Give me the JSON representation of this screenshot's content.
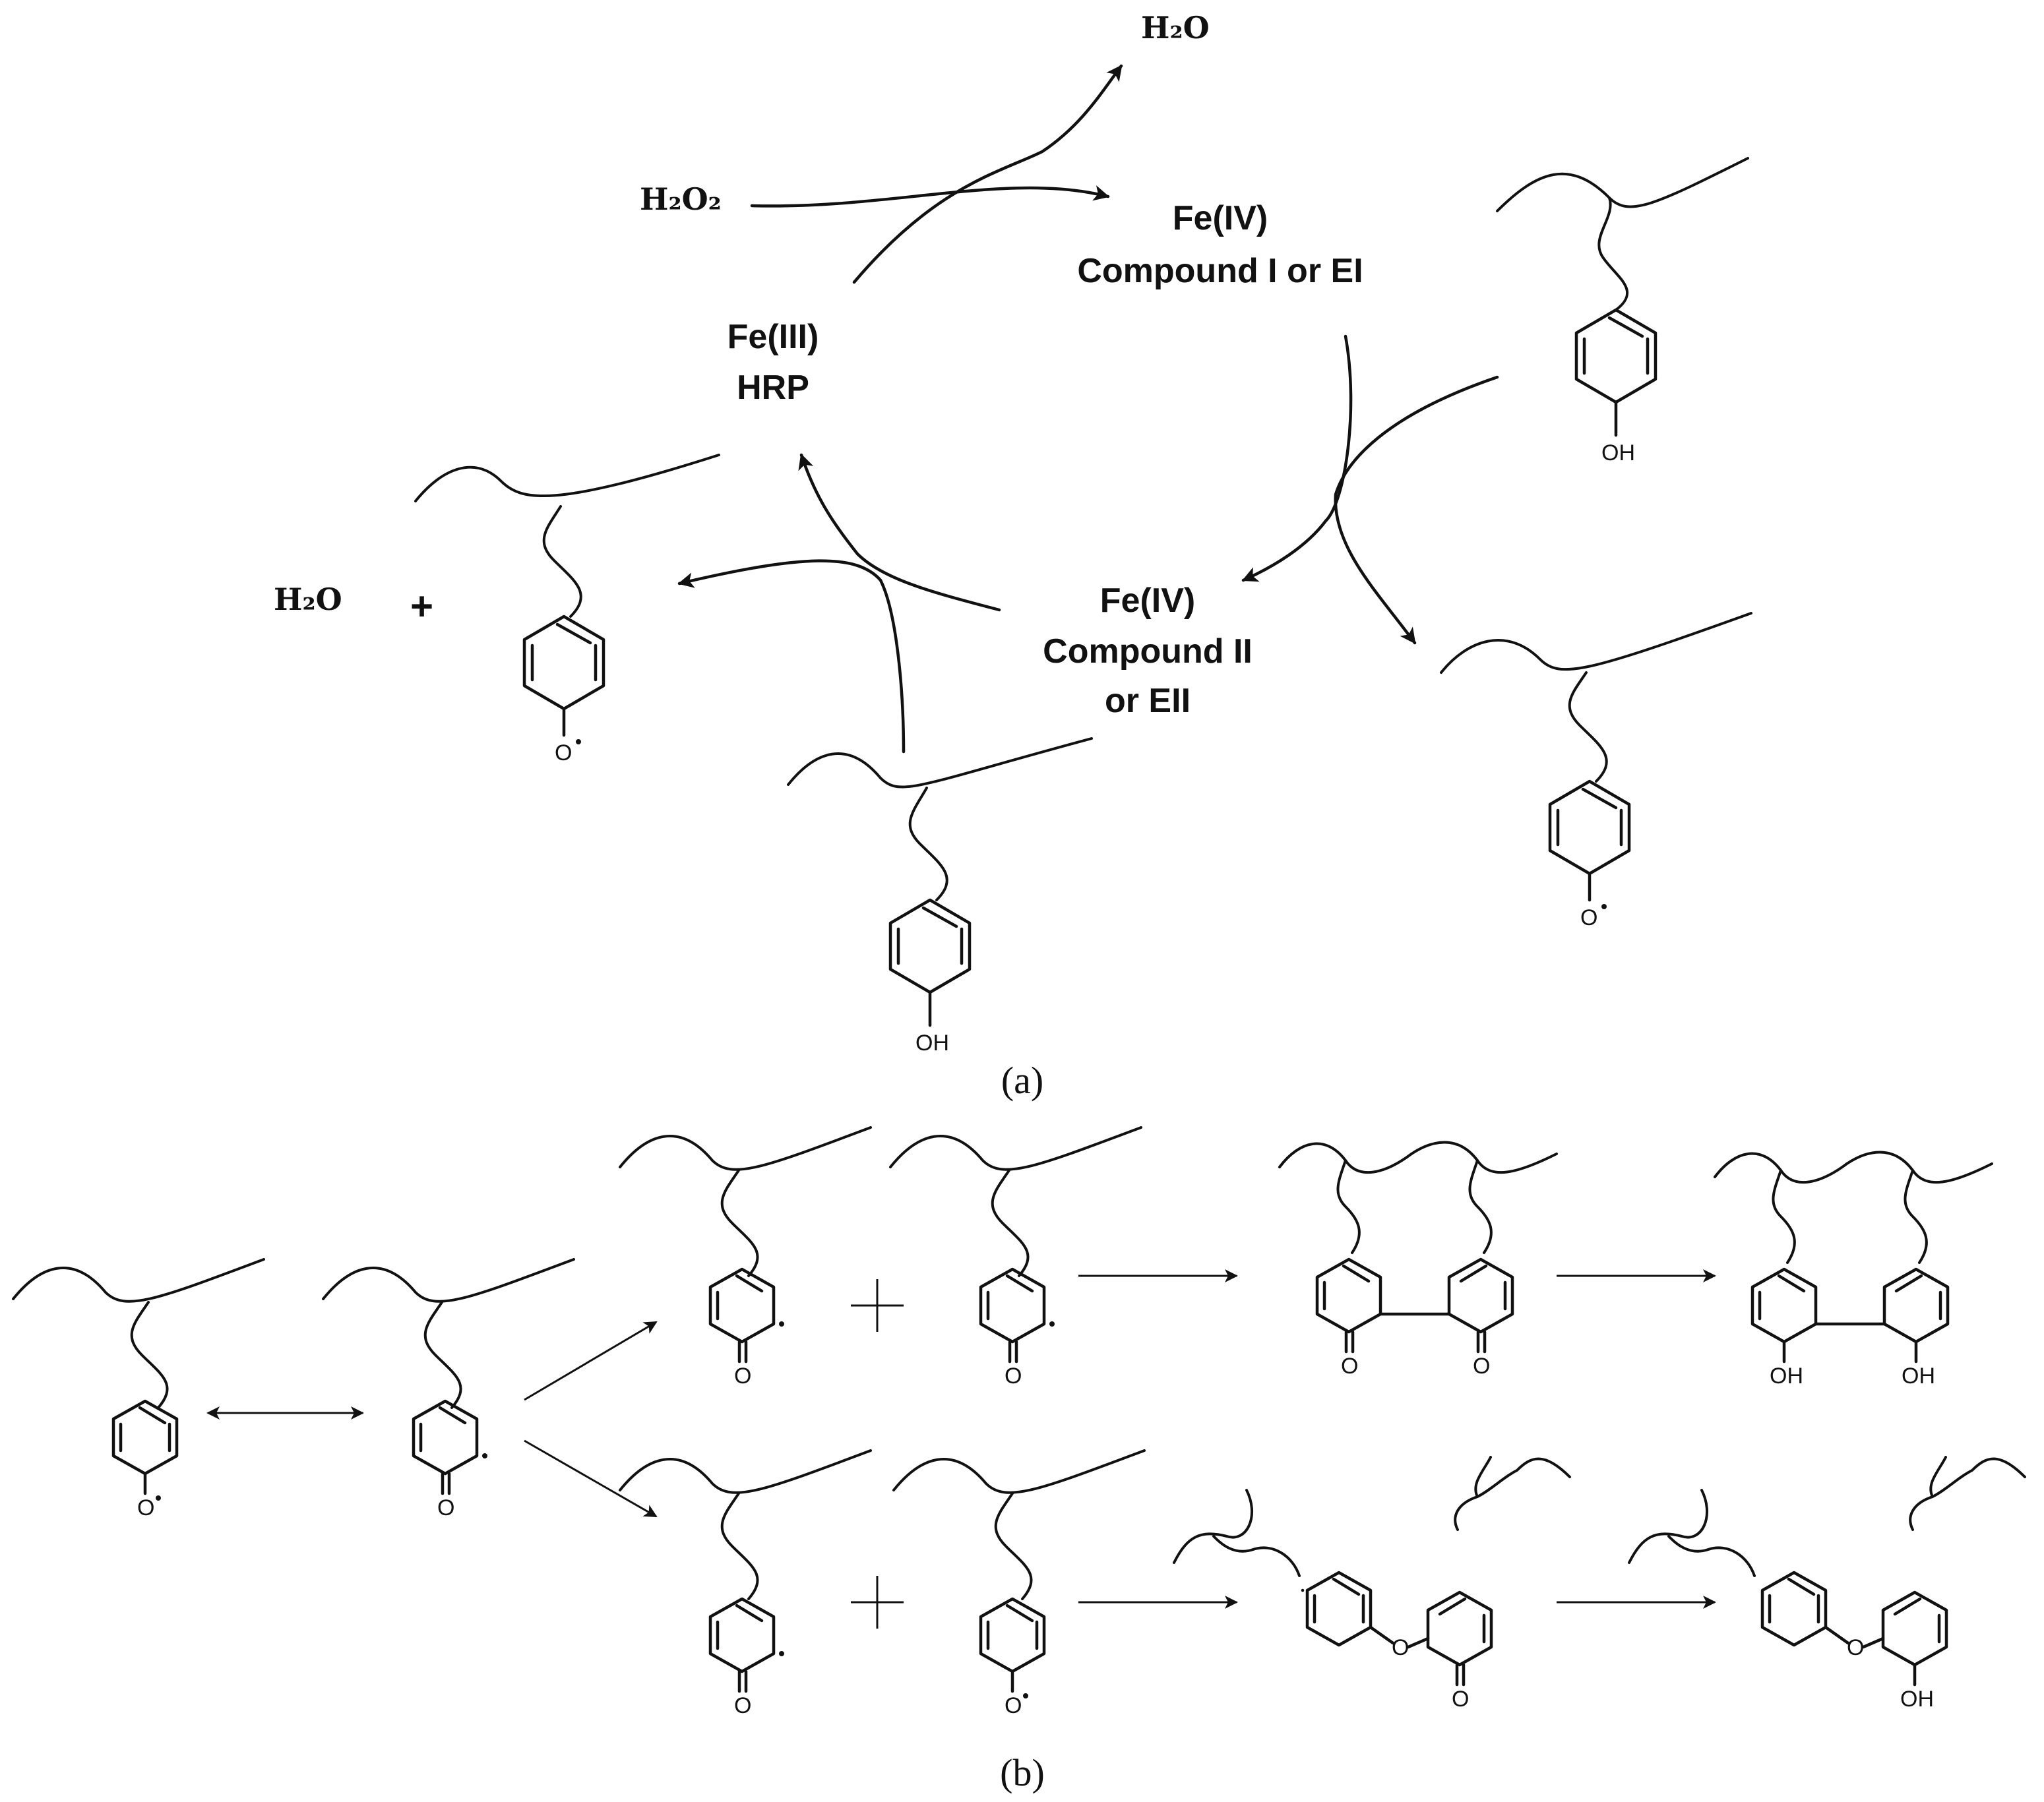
{
  "panel_a": {
    "reagent_h2o2": "H₂O₂",
    "product_h2o_top": "H₂O",
    "enzyme_fe3_line1": "Fe(III)",
    "enzyme_fe3_line2": "HRP",
    "compound1_line1": "Fe(IV)",
    "compound1_line2": "Compound I or EI",
    "compound2_line1": "Fe(IV)",
    "compound2_line2": "Compound II",
    "compound2_line3": "or EII",
    "product_h2o_left": "H₂O",
    "plus": "+",
    "atom_oh": "OH",
    "atom_o": "O",
    "caption": "(a)"
  },
  "panel_b": {
    "atom_o": "O",
    "atom_oh": "OH",
    "caption": "(b)"
  }
}
